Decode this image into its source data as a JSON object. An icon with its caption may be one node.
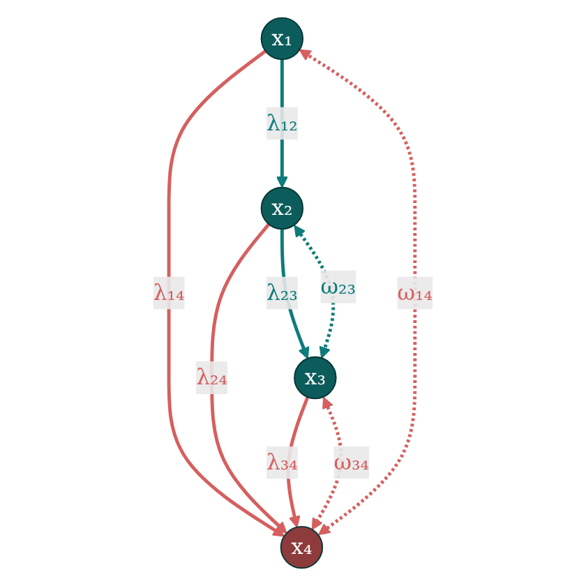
{
  "diagram": {
    "nodes": [
      {
        "text": [
          "x₁"
        ]
      },
      {
        "text": [
          "x₂"
        ]
      },
      {
        "text": [
          "x₃"
        ]
      },
      {
        "text": [
          "x₄"
        ]
      }
    ],
    "edges": [
      {
        "from": 0,
        "to": 1,
        "arrow": "to",
        "label": "λ₁₂",
        "color": "#0e7c7b"
      },
      {
        "from": 0,
        "to": 3,
        "arrow": "to",
        "label": "λ₁₄"
      },
      {
        "from": 1,
        "to": 2,
        "arrow": "to",
        "label": "λ₂₃",
        "color": "#0e7c7b"
      },
      {
        "from": 1,
        "to": 3,
        "arrow": "to",
        "label": "λ₂₄"
      },
      {
        "from": 2,
        "to": 3,
        "arrow": "to",
        "label": "λ₃₄"
      },
      {
        "from": 3,
        "to": 0,
        "arrow": "both",
        "label": "ω₁₄",
        "style": "dashed"
      },
      {
        "from": 1,
        "to": 2,
        "arrow": "both",
        "label": "ω₂₃",
        "style": "dashed",
        "color": "#0e7c7b"
      },
      {
        "from": 2,
        "to": 3,
        "arrow": "both",
        "label": "ω₃₄",
        "style": "dashed"
      }
    ]
  }
}
